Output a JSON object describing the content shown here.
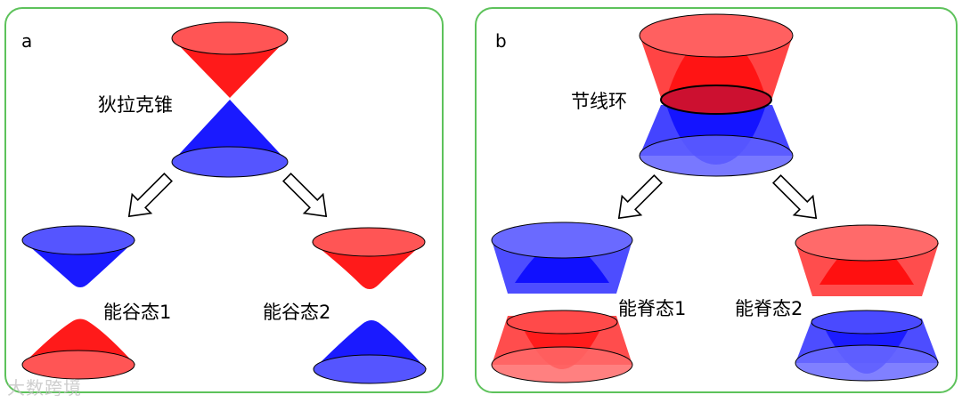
{
  "panel_a": {
    "letter": "a",
    "top_label": "狄拉克锥",
    "left_label": "能谷态1",
    "right_label": "能谷态2"
  },
  "panel_b": {
    "letter": "b",
    "top_label": "节线环",
    "left_label": "能脊态1",
    "right_label": "能脊态2"
  },
  "watermark": "大数跨境",
  "colors": {
    "red": "#ff2020",
    "blue": "#2020ff",
    "border": "#5dc25b"
  }
}
